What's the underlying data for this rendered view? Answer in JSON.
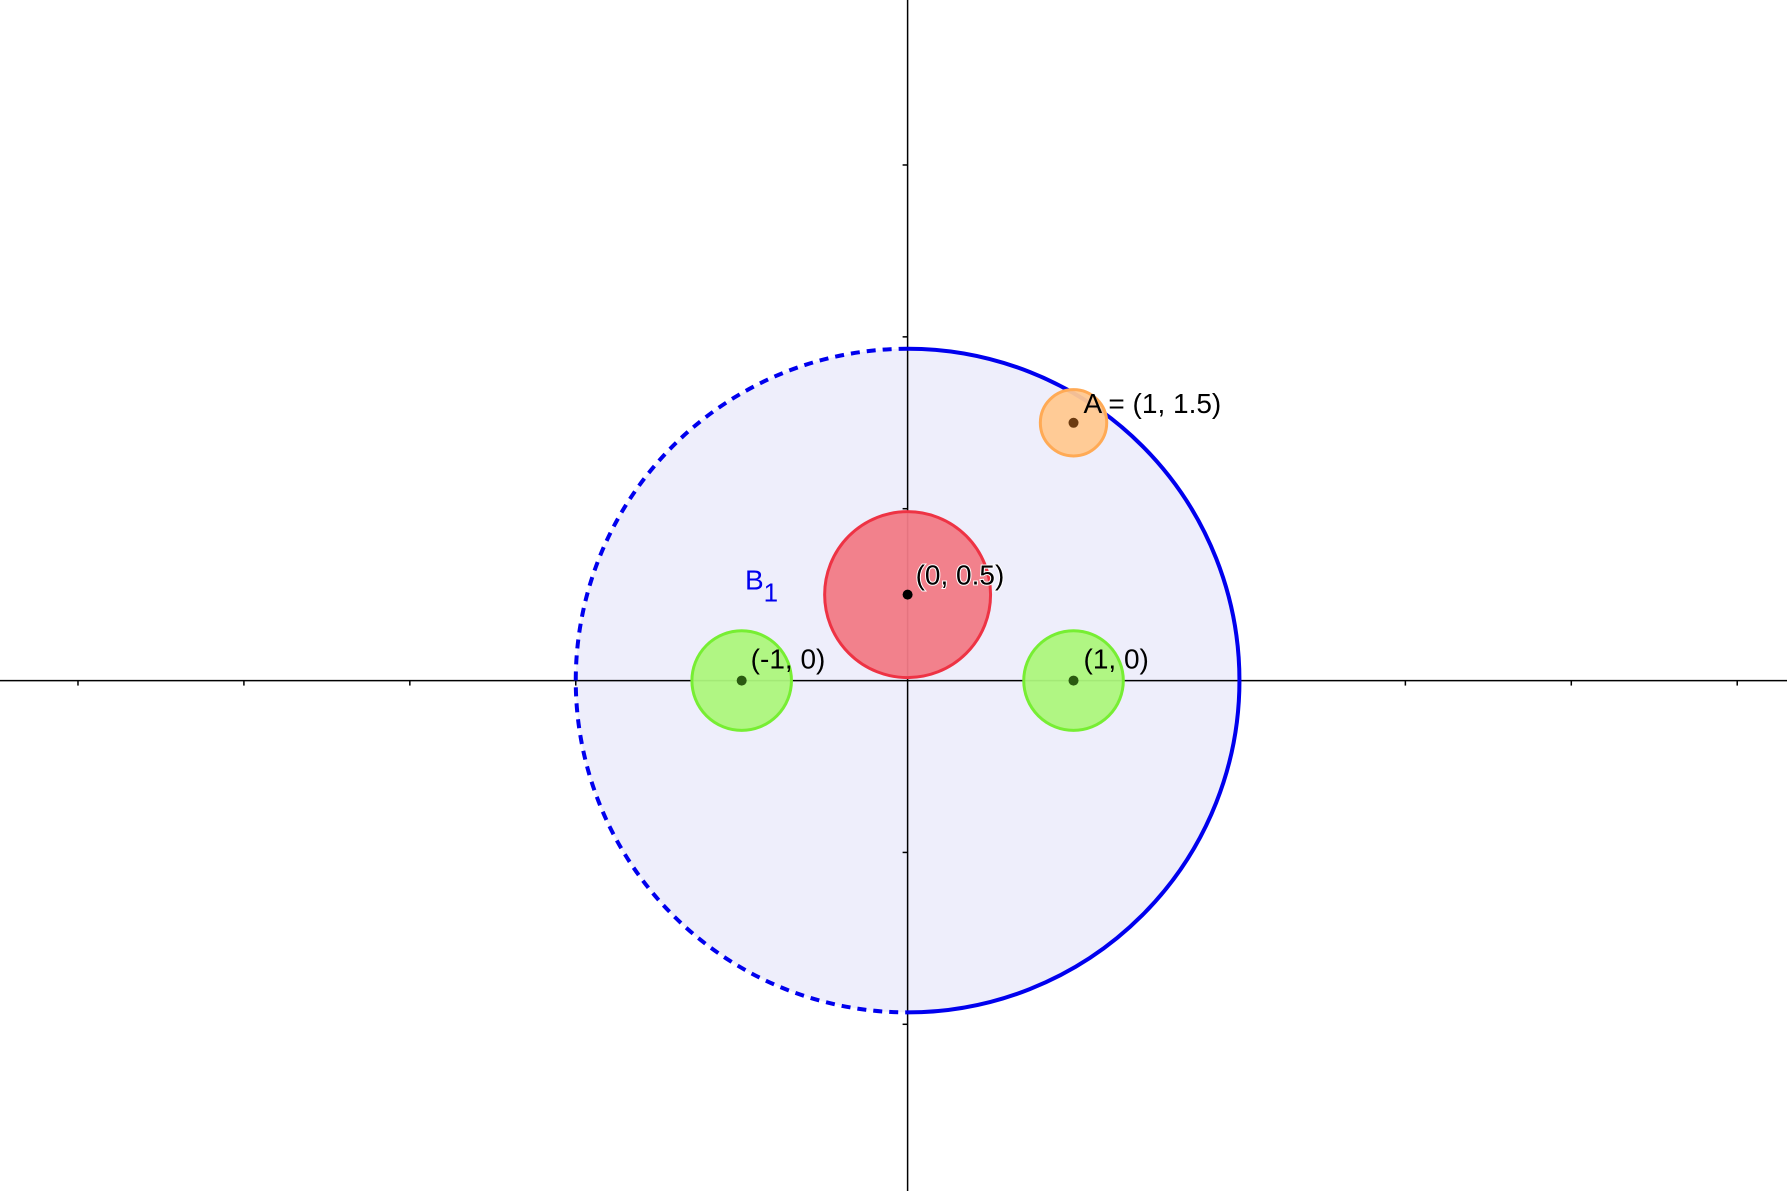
{
  "colors": {
    "background": "#ffffff",
    "axis": "#000000",
    "set_fill": "#eeeefb",
    "set_boundary": "#0000ee",
    "point_A_fill": "#ffc890",
    "point_A_stroke": "#ffaa55",
    "center_fill": "#f17a86",
    "center_stroke": "#ee3344",
    "boundary_point_fill": "#acf57c",
    "boundary_point_stroke": "#77ee33",
    "point_dot": "#000000"
  },
  "icons": {
    "points": "filled-circle"
  },
  "figure": {
    "axes": {
      "x_range": [
        -5.47,
        5.3
      ],
      "y_range": [
        -2.97,
        3.96
      ],
      "tick_step": 1
    },
    "set": {
      "name": "B",
      "name_subscript": "1",
      "center": [
        0,
        0
      ],
      "radius": 2,
      "solid_boundary": "right half (x ≥ 0)",
      "dashed_boundary": "left half (x < 0)"
    },
    "points": {
      "A": {
        "x": 1,
        "y": 1.5,
        "label": "A = (1, 1.5)",
        "neighborhood_radius": 0.2
      },
      "center": {
        "x": 0,
        "y": 0.5,
        "label": "(0, 0.5)",
        "neighborhood_radius": 0.5
      },
      "left_boundary": {
        "x": -1,
        "y": 0,
        "label": "(-1, 0)",
        "neighborhood_radius": 0.3
      },
      "right_boundary": {
        "x": 1,
        "y": 0,
        "label": "(1, 0)",
        "neighborhood_radius": 0.3
      }
    }
  }
}
